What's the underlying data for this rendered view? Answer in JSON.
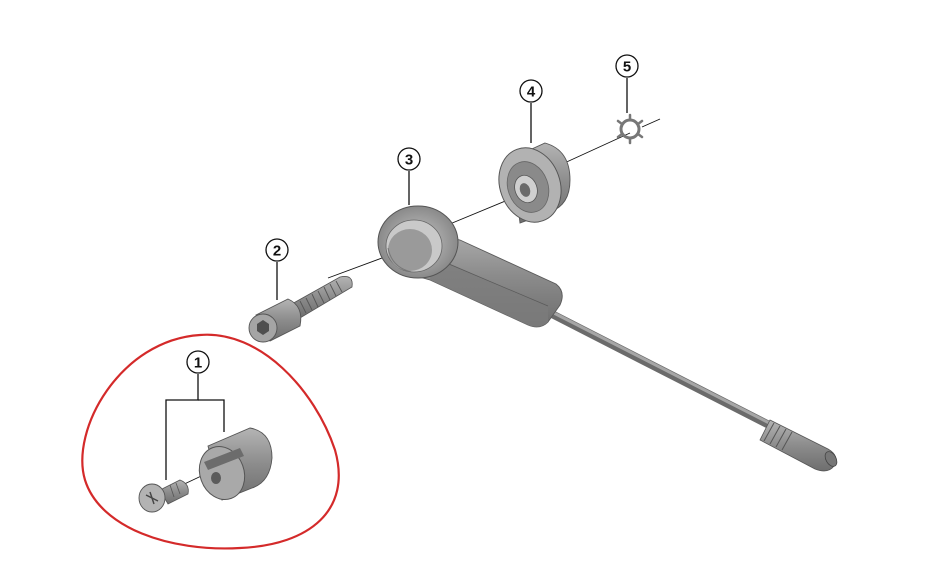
{
  "diagram": {
    "callouts": [
      {
        "id": "1",
        "label": "1"
      },
      {
        "id": "2",
        "label": "2"
      },
      {
        "id": "3",
        "label": "3"
      },
      {
        "id": "4",
        "label": "4"
      },
      {
        "id": "5",
        "label": "5"
      }
    ],
    "parts": [
      {
        "callout": "1",
        "name": "screw-and-cable-clamp"
      },
      {
        "callout": "2",
        "name": "cap-screw"
      },
      {
        "callout": "3",
        "name": "sensor-arm-with-cable"
      },
      {
        "callout": "4",
        "name": "bearing"
      },
      {
        "callout": "5",
        "name": "lock-washer"
      }
    ],
    "highlight_color": "#d42a2a",
    "part_color": "#8e8e8e"
  }
}
